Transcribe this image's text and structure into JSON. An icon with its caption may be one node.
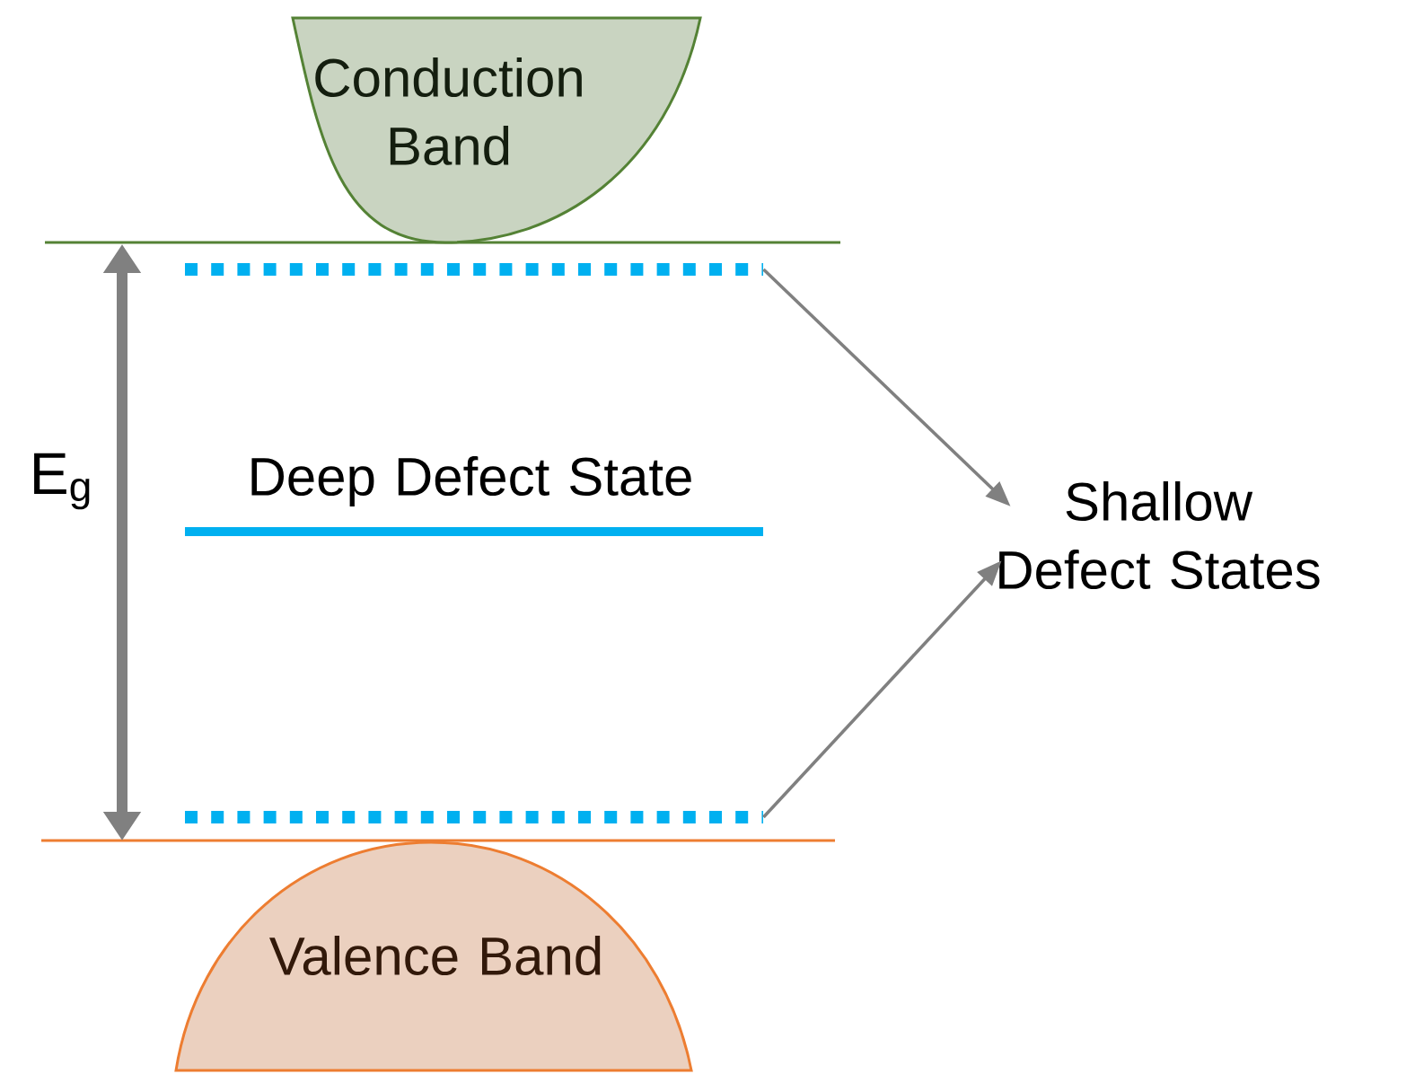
{
  "diagram": {
    "nodes": [
      {
        "text": [
          "Conduction Band"
        ]
      },
      {
        "text": [
          "Deep Defect State"
        ]
      },
      {
        "text": [],
        "shape": "bar"
      },
      {
        "text": [],
        "shape": "bar"
      },
      {
        "text": [
          "Shallow Defect States"
        ]
      },
      {
        "text": [
          "Valence Band"
        ]
      }
    ],
    "edges": [
      {
        "from": 2,
        "to": 4,
        "arrow": "to"
      },
      {
        "from": 3,
        "to": 4,
        "arrow": "to"
      }
    ],
    "labels": [
      "E$_{g}$"
    ]
  }
}
